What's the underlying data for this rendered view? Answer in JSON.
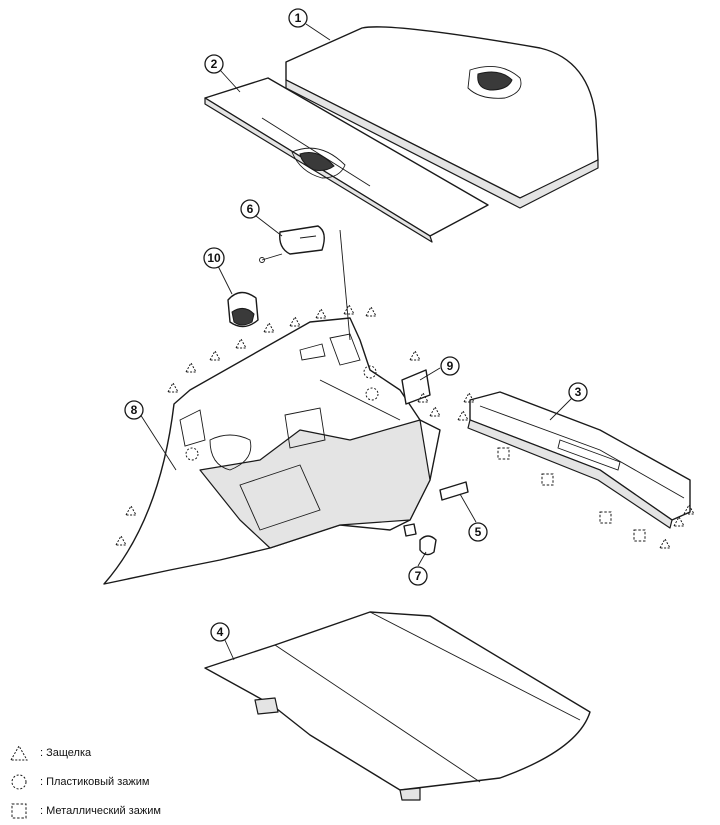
{
  "callouts": {
    "c1": "1",
    "c2": "2",
    "c3": "3",
    "c4": "4",
    "c5": "5",
    "c6": "6",
    "c7": "7",
    "c8": "8",
    "c9": "9",
    "c10": "10"
  },
  "legend": {
    "latch": ": Защелка",
    "plastic_clip": ": Пластиковый зажим",
    "metal_clip": ": Металлический зажим"
  },
  "colors": {
    "line": "#1a1a1a",
    "background": "#ffffff"
  }
}
